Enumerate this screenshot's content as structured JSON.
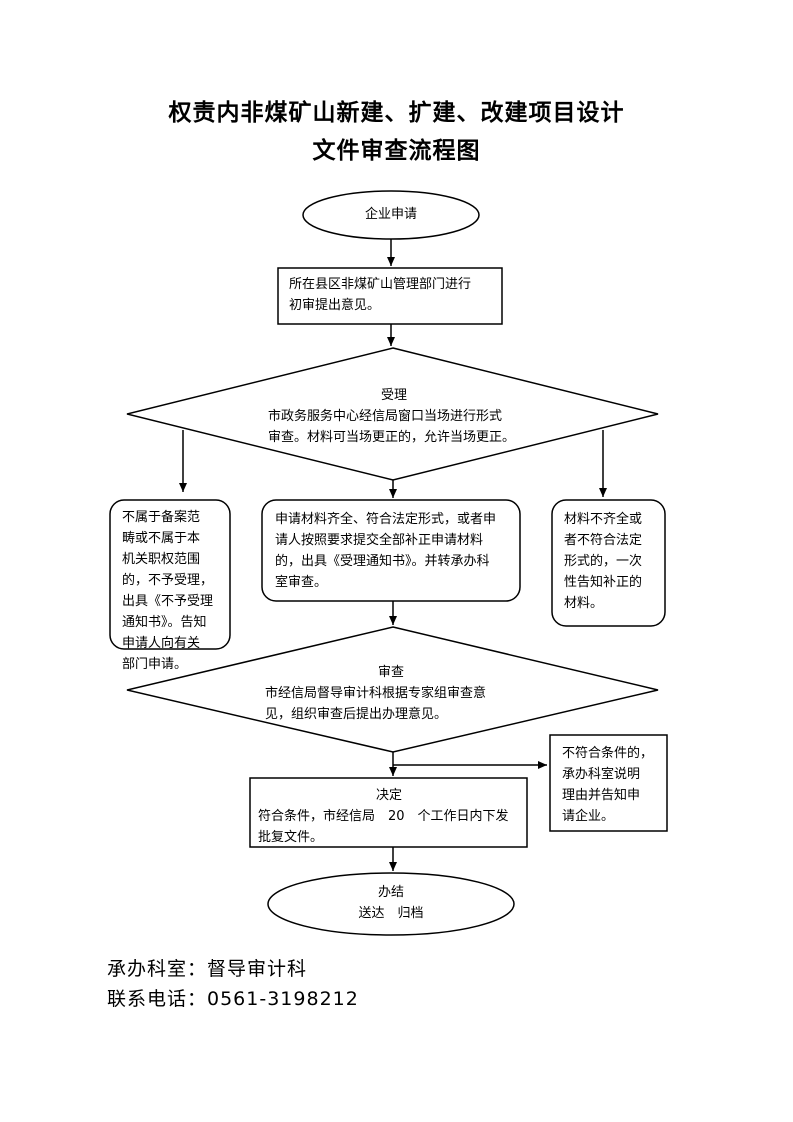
{
  "title": {
    "line1": "权责内非煤矿山新建、扩建、改建项目设计",
    "line2": "文件审查流程图"
  },
  "nodes": {
    "apply": "企业申请",
    "initial_review": [
      "所在县区非煤矿山管理部门进行",
      "初审提出意见。"
    ],
    "accept": {
      "heading": "受理",
      "lines": [
        "市政务服务中心经信局窗口当场进行形式",
        "审查。材料可当场更正的，允许当场更正。"
      ]
    },
    "not_in_scope": [
      "不属于备案范",
      "畴或不属于本",
      "机关职权范围",
      "的，不予受理，",
      "出具《不予受理",
      "通知书》。告知",
      "申请人向有关",
      "部门申请。"
    ],
    "complete": [
      "申请材料齐全、符合法定形式，或者申",
      "请人按照要求提交全部补正申请材料",
      "的，出具《受理通知书》。并转承办科",
      "室审查。"
    ],
    "incomplete": [
      "材料不齐全或",
      "者不符合法定",
      "形式的，一次",
      "性告知补正的",
      "材料。"
    ],
    "review": {
      "heading": "审查",
      "lines": [
        "市经信局督导审计科根据专家组审查意",
        "见，组织审查后提出办理意见。"
      ]
    },
    "reject": [
      "不符合条件的，",
      "承办科室说明",
      "理由并告知申",
      "请企业。"
    ],
    "decision": {
      "heading": "决定",
      "lines": [
        "符合条件，市经信局　20　个工作日内下发",
        "批复文件。"
      ]
    },
    "finish": {
      "heading": "办结",
      "line": "送达　归档"
    }
  },
  "footer": {
    "dept": "承办科室：督导审计科",
    "phone": "联系电话：0561-3198212"
  }
}
